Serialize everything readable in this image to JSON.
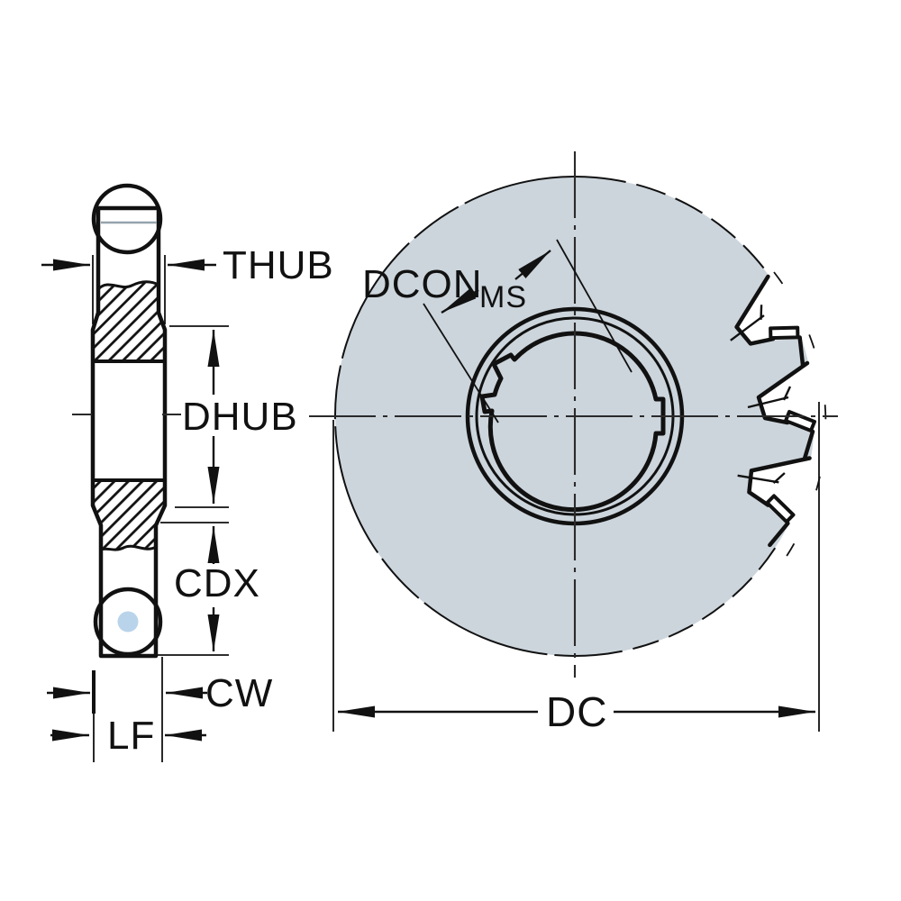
{
  "drawing": {
    "side_view": {
      "labels": {
        "thub": "THUB",
        "dhub": "DHUB",
        "cdx": "CDX",
        "cw": "CW",
        "lf": "LF"
      }
    },
    "front_view": {
      "labels": {
        "dcon": "DCON",
        "dcon_subscript": "MS",
        "dc": "DC"
      }
    }
  },
  "colors": {
    "body": "#ccd5dc",
    "insert_yellow": "#f2c516",
    "insert_hole_blue": "#b9d4ea",
    "line": "#111111",
    "background": "#ffffff"
  }
}
